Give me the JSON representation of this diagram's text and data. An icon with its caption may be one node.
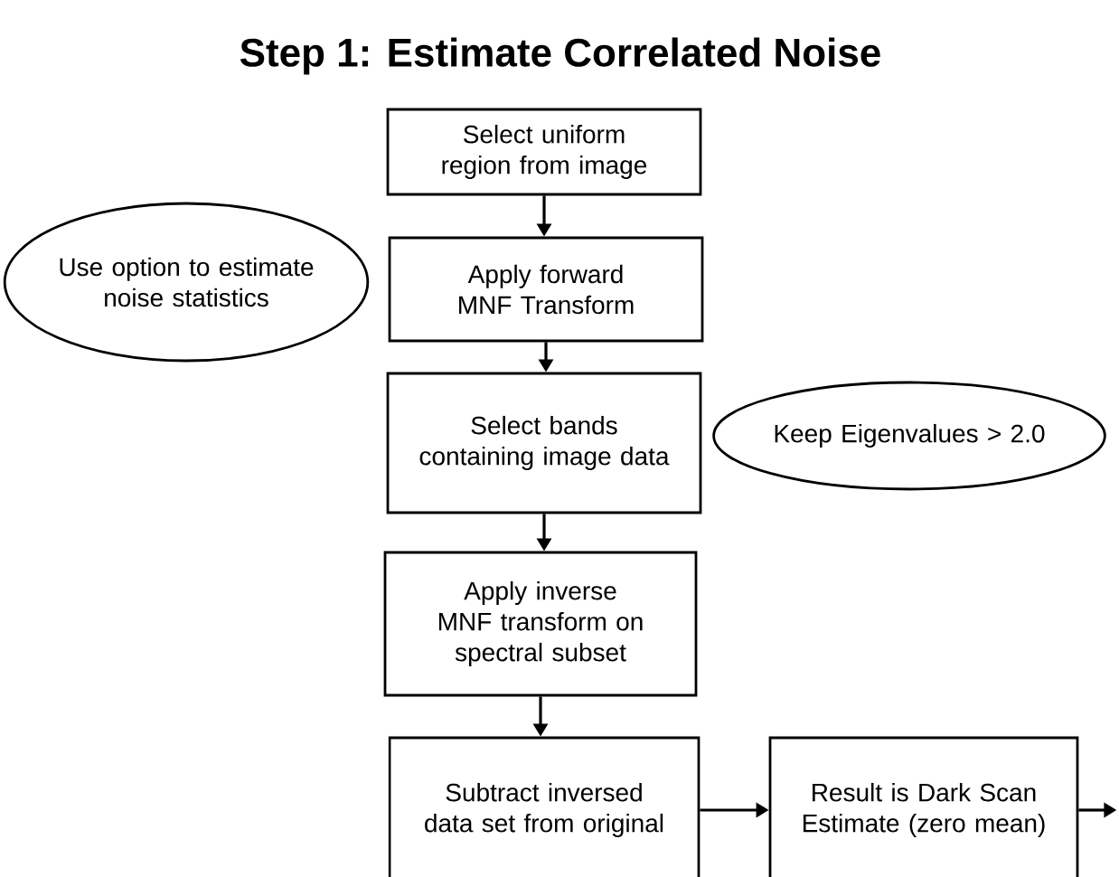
{
  "diagram": {
    "title": "Step 1: Estimate Correlated Noise",
    "nodes": [
      {
        "text": [
          "Select uniform region from image"
        ]
      },
      {
        "text": [
          "Use option to estimate noise statistics"
        ]
      },
      {
        "text": [
          "Apply forward MNF Transform"
        ]
      },
      {
        "text": [
          "Select bands containing image data"
        ]
      },
      {
        "text": [
          "Keep Eigenvalues > 2.0"
        ]
      },
      {
        "text": [
          "Apply inverse MNF transform on spectral subset"
        ]
      },
      {
        "text": [
          "Subtract inversed data set from original"
        ]
      },
      {
        "text": [
          "Result is Dark Scan Estimate (zero mean)"
        ]
      }
    ],
    "edges": [
      {
        "from": 0,
        "to": 2,
        "arrow": "to"
      },
      {
        "from": 2,
        "to": 3,
        "arrow": "to"
      },
      {
        "from": 3,
        "to": 5,
        "arrow": "to"
      },
      {
        "from": 5,
        "to": 6,
        "arrow": "to"
      },
      {
        "from": 6,
        "to": 7,
        "arrow": "to"
      },
      {
        "from": 7,
        "to": null,
        "arrow": "to"
      }
    ]
  }
}
